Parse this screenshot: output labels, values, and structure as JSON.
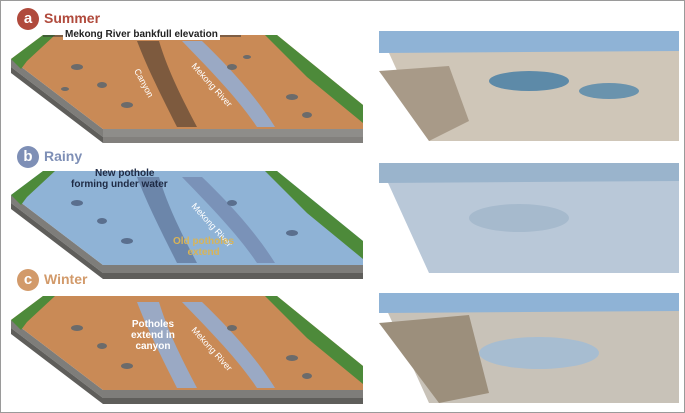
{
  "panels": [
    {
      "letter": "a",
      "name": "Summer",
      "color": "#b04a3c"
    },
    {
      "letter": "b",
      "name": "Rainy",
      "color": "#7e8fb6"
    },
    {
      "letter": "c",
      "name": "Winter",
      "color": "#d29a6a"
    }
  ],
  "labels": {
    "bankfull": "Mekong River bankfull elevation",
    "canyon": "Canyon",
    "river_a": "Mekong River",
    "new_pothole_line1": "New pothole",
    "new_pothole_line2": "forming under water",
    "river_b": "Mekong River",
    "old_potholes_line1": "Old potholes",
    "old_potholes_line2": "extend",
    "potholes_canyon_line1": "Potholes",
    "potholes_canyon_line2": "extend in",
    "potholes_canyon_line3": "canyon",
    "river_c": "Mekong River"
  },
  "colors": {
    "soil": "#c98a56",
    "soil_dark": "#a86a3c",
    "vegetation": "#4d8a3a",
    "rock_base": "#8a8a88",
    "water": "#8fb3d6",
    "river_channel": "#9aa9c4"
  }
}
